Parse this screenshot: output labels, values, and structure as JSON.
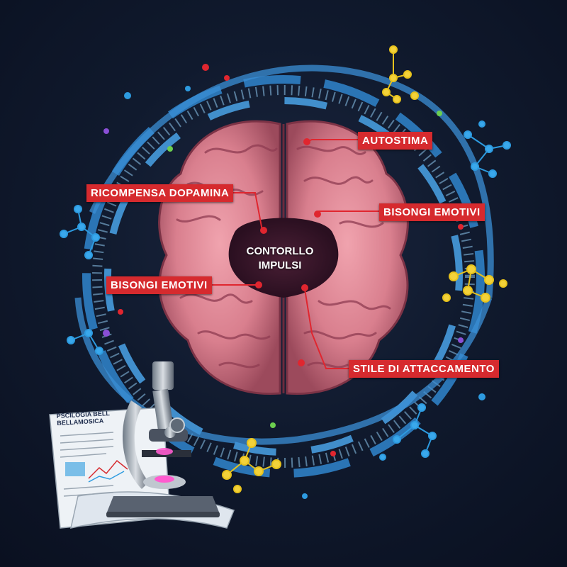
{
  "callouts": {
    "autostima": "AUTOSTIMA",
    "ricompensa": "RICOMPENSA DOPAMINA",
    "bisogni_right": "BISONGI EMOTIVI",
    "bisogni_left": "BISONGI EMOTIVI",
    "attaccamento": "STILE DI ATTACCAMENTO"
  },
  "center": {
    "line1": "CONTORLLO",
    "line2": "IMPULSI"
  },
  "paper": {
    "line1": "PSCILOGIA BELL",
    "line2": "BELLAMOSICA"
  },
  "colors": {
    "background": "#0b1220",
    "callout": "#d62a2e",
    "brain": "#d97f8e",
    "dna": "#2f7fc4",
    "molecule_blue": "#2d9be0",
    "molecule_yellow": "#e7c21c",
    "accent_red": "#e0262f"
  },
  "icons": [
    "dna-helix-icon",
    "brain-icon",
    "microscope-icon",
    "research-paper-icon",
    "molecule-icon"
  ]
}
